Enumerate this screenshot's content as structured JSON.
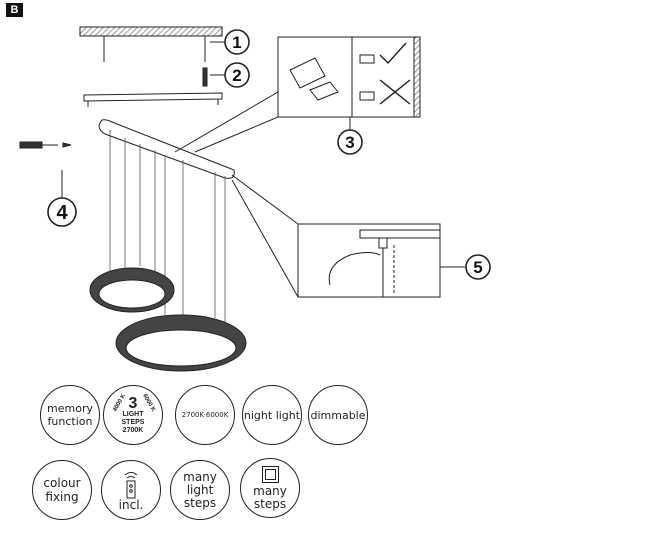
{
  "section_label": "B",
  "step_numbers": [
    "1",
    "2",
    "3",
    "4",
    "5"
  ],
  "features": {
    "memory": [
      "memory",
      "function"
    ],
    "light_steps": {
      "number": "3",
      "line1": "LIGHT",
      "line2": "STEPS",
      "left": "4000 K",
      "right": "6000 K",
      "bottom": "2700K"
    },
    "cct_range": "2700K-6000K",
    "night_light": "night light",
    "dimmable": "dimmable",
    "colour_fixing": [
      "colour",
      "fixing"
    ],
    "remote": "incl.",
    "many_light_steps": [
      "many",
      "light",
      "steps"
    ],
    "many_steps": [
      "many",
      "steps"
    ]
  }
}
